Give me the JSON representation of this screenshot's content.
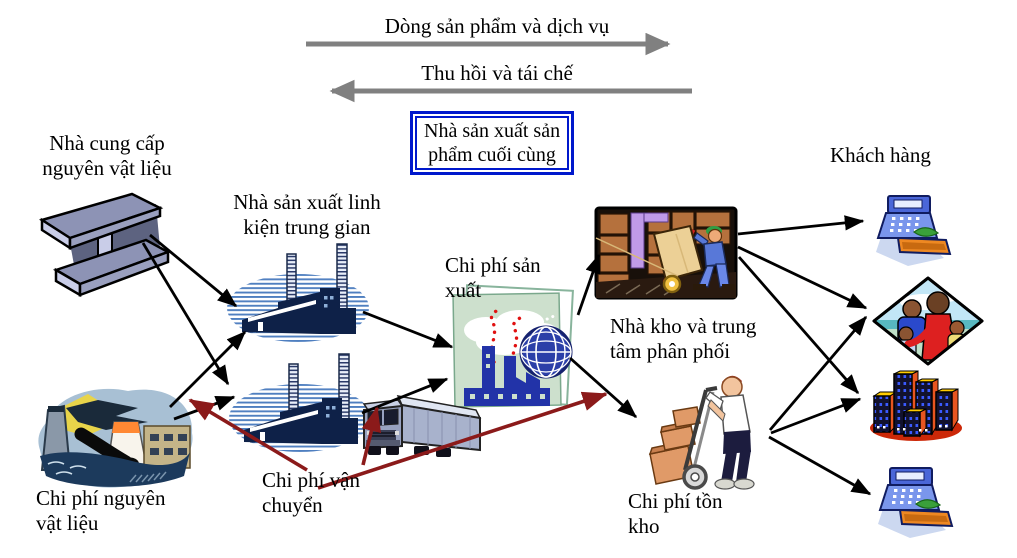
{
  "diagram": {
    "flow_forward_label": "Dòng sản phẩm và dịch vụ",
    "flow_reverse_label": "Thu hồi và tái chế"
  },
  "nodes": {
    "supplier": {
      "lines": [
        "Nhà cung cấp",
        "nguyên vật liệu"
      ]
    },
    "intermediate_producer": {
      "lines": [
        "Nhà sản xuất linh",
        "kiện trung gian"
      ]
    },
    "final_producer": {
      "lines": [
        "Nhà sản xuất sản",
        "phẩm cuối cùng"
      ]
    },
    "warehouse": {
      "lines": [
        "Nhà kho và trung",
        "tâm phân phối"
      ]
    },
    "customers_label": "Khách hàng"
  },
  "costs": {
    "materials": {
      "lines": [
        "Chi phí nguyên",
        "vật liệu"
      ]
    },
    "production": {
      "lines": [
        "Chi phí sản",
        "xuất"
      ]
    },
    "transport": {
      "lines": [
        "Chi phí vận",
        "chuyển"
      ]
    },
    "inventory": {
      "lines": [
        "Chi phí tồn",
        "kho"
      ]
    }
  },
  "icons": {
    "steel_beam": "steel-beam",
    "raw_materials": "industrial-raw-materials",
    "factory_1": "factory",
    "factory_2": "factory",
    "production_plant": "factory-with-globe",
    "warehouse": "warehouse-worker-with-boxes",
    "inventory_worker": "worker-with-hand-truck",
    "truck": "semi-truck",
    "customer_register_1": "cash-register",
    "customer_family": "family-group",
    "customer_buildings": "office-buildings",
    "customer_register_2": "cash-register"
  },
  "colors": {
    "background": "#ffffff",
    "text": "#000000",
    "flow_arrow": "#808080",
    "supply_arrow": "#000000",
    "cost_arrow": "#8b1a1a",
    "final_producer_border": "#0018cc"
  }
}
